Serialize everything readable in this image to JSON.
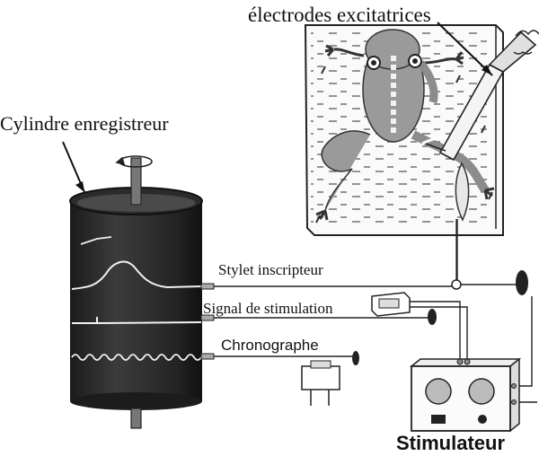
{
  "labels": {
    "electrodes": "électrodes excitatrices",
    "cylindre": "Cylindre enregistreur",
    "stylet": "Stylet inscripteur",
    "signal": "Signal de stimulation",
    "chronographe": "Chronographe",
    "stimulateur": "Stimulateur"
  }
}
